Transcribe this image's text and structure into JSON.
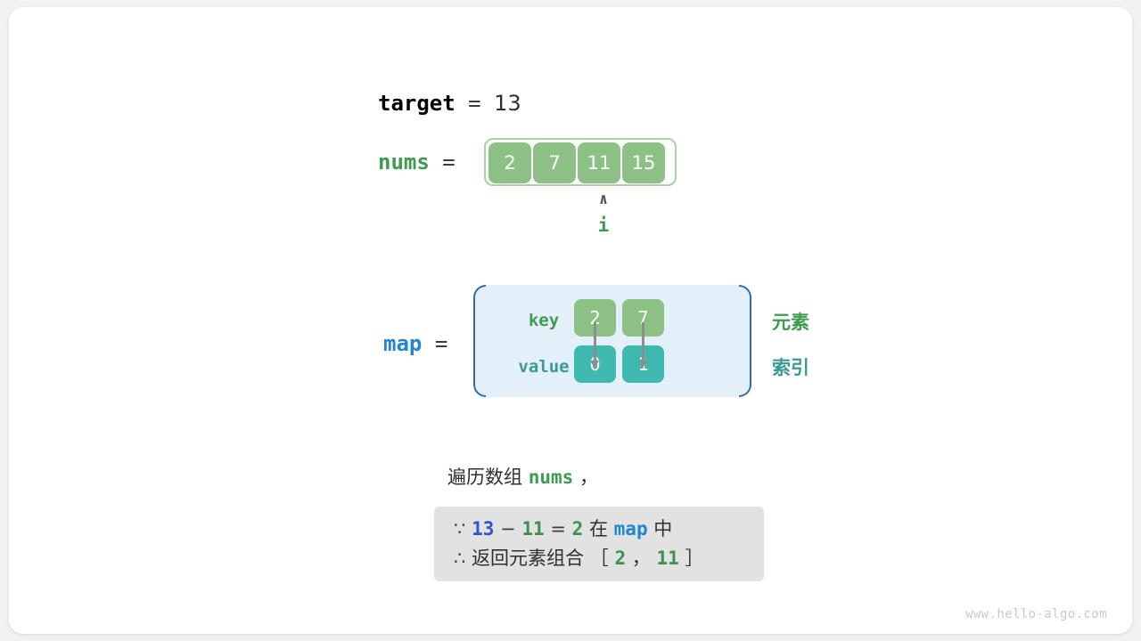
{
  "watermark": "www.hello-algo.com",
  "target": {
    "name": "target",
    "equals": "=",
    "value": "13"
  },
  "nums": {
    "name": "nums",
    "equals": "=",
    "cells": [
      "2",
      "7",
      "11",
      "15"
    ],
    "pointer": {
      "caret": "∧",
      "label": "i",
      "index": 2
    }
  },
  "map": {
    "name": "map",
    "equals": "=",
    "key_label": "key",
    "value_label": "value",
    "keys": [
      "2",
      "7"
    ],
    "values": [
      "0",
      "1"
    ],
    "legend_element": "元素",
    "legend_index": "索引"
  },
  "caption": {
    "prefix": "遍历数组",
    "keyword": "nums",
    "suffix": "，"
  },
  "info": {
    "line1": {
      "because_symbol": "∵",
      "a": "13",
      "minus": "−",
      "b": "11",
      "equals": "=",
      "result": "2",
      "in_text": "在",
      "map_name": "map",
      "tail": "中"
    },
    "line2": {
      "therefore_symbol": "∴",
      "text": "返回元素组合",
      "bracket_open": "［",
      "v1": "2",
      "comma": "，",
      "v2": "11",
      "bracket_close": "］"
    }
  },
  "colors": {
    "element_green": "#8cc084",
    "index_teal": "#3fb8b0",
    "map_box_bg": "#e3f0fa",
    "map_bracket": "#2d6cb5",
    "target_blue": "#2f54d8",
    "nums_green": "#3f9b4f",
    "map_blue": "#2185d0",
    "info_bg": "#e2e2e2"
  }
}
